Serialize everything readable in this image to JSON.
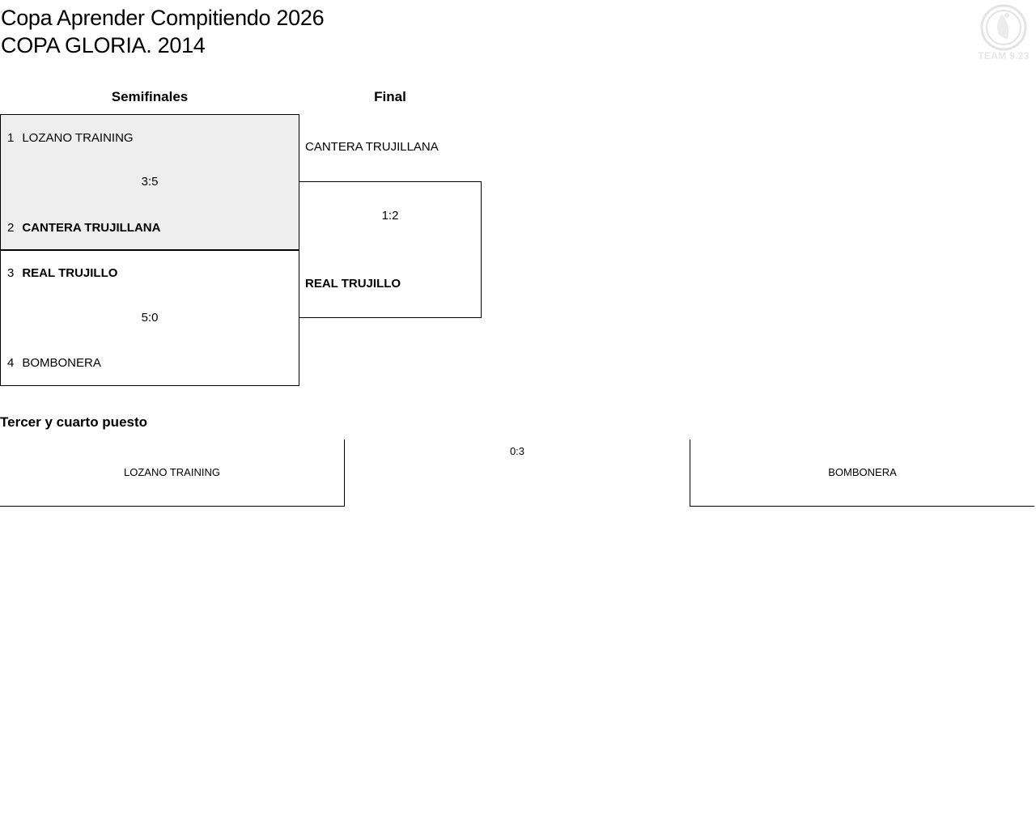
{
  "header": {
    "title": "Copa Aprender Compitiendo 2026",
    "subtitle": "COPA GLORIA. 2014",
    "logo_text": "TEAM 9.23",
    "logo_icon": "team-logo-icon"
  },
  "rounds": {
    "semifinal_label": "Semifinales",
    "final_label": "Final"
  },
  "semifinals": [
    {
      "top": {
        "seed": "1",
        "team": "LOZANO TRAINING",
        "winner": false
      },
      "score": "3:5",
      "bottom": {
        "seed": "2",
        "team": "CANTERA TRUJILLANA",
        "winner": true
      },
      "shaded": true
    },
    {
      "top": {
        "seed": "3",
        "team": "REAL TRUJILLO",
        "winner": true
      },
      "score": "5:0",
      "bottom": {
        "seed": "4",
        "team": "BOMBONERA",
        "winner": false
      },
      "shaded": false
    }
  ],
  "final": {
    "top_team": "CANTERA TRUJILLANA",
    "score": "1:2",
    "bottom_team": "REAL TRUJILLO",
    "winner": "bottom"
  },
  "third_place": {
    "label": "Tercer y cuarto puesto",
    "team_a": "LOZANO TRAINING",
    "score": "0:3",
    "team_b": "BOMBONERA"
  },
  "colors": {
    "shaded_box": "#eeeeee",
    "border": "#000000",
    "logo": "#e6e6e6"
  }
}
